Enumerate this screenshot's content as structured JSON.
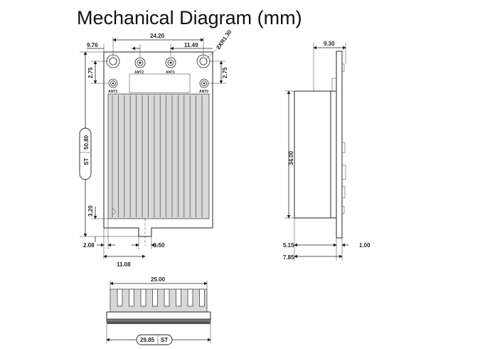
{
  "title": "Mechanical Diagram (mm)",
  "labels": {
    "ant1": "ANT1",
    "ant2": "ANT2",
    "ant3": "ANT3",
    "ant0": "ANT0"
  },
  "dimensions": {
    "top_width": "24.20",
    "left_offset": "9.76",
    "right_offset": "11.49",
    "hole_radius": "2XR1.30",
    "top_left_vertical": "2.75",
    "top_right_vertical": "2.75",
    "length_st": "50.80",
    "bottom_vertical": "3.20",
    "bottom_left": "2.08",
    "notch_width": "1.50",
    "notch_offset": "11.08",
    "side_thickness": "9.30",
    "side_height": "34.00",
    "side_5": "5.15",
    "side_1": "1.00",
    "side_7": "7.85",
    "heatsink_width": "25.00",
    "module_width_st": "29.85",
    "st_tag": "ST"
  }
}
